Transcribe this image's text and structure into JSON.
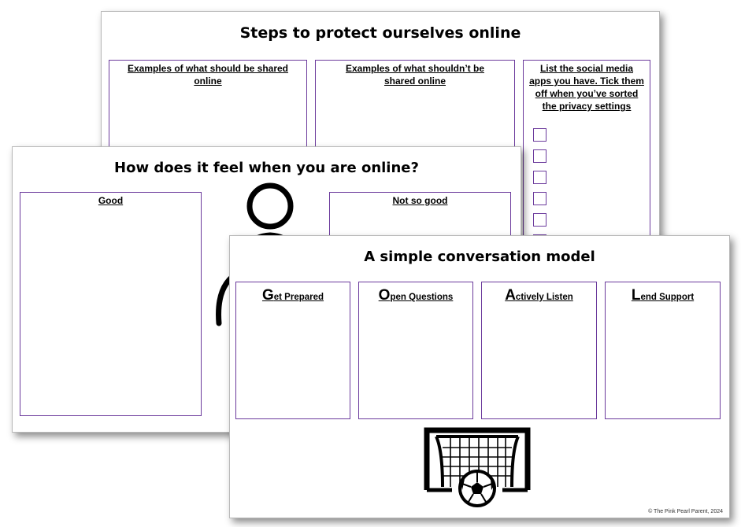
{
  "sheet_protect": {
    "title": "Steps to protect ourselves online",
    "box1_label": "Examples of what should be shared online",
    "box2_label": "Examples of what shouldn’t be shared online",
    "box3_label": "List the social media apps you have. Tick them off when you’ve sorted the privacy settings"
  },
  "sheet_feel": {
    "title": "How does it feel when you are online?",
    "good_label": "Good",
    "notgood_label": "Not so good",
    "figure_icon": "person-icon"
  },
  "sheet_model": {
    "title": "A simple conversation model",
    "goals": [
      {
        "letter": "G",
        "rest": "et Prepared"
      },
      {
        "letter": "O",
        "rest": "pen Questions"
      },
      {
        "letter": "A",
        "rest": "ctively Listen"
      },
      {
        "letter": "L",
        "rest": "end Support"
      }
    ],
    "goal_icon": "football-goal-icon",
    "footer": "© The Pink Pearl Parent, 2024"
  },
  "colors": {
    "box_border": "#6b3a9c"
  }
}
